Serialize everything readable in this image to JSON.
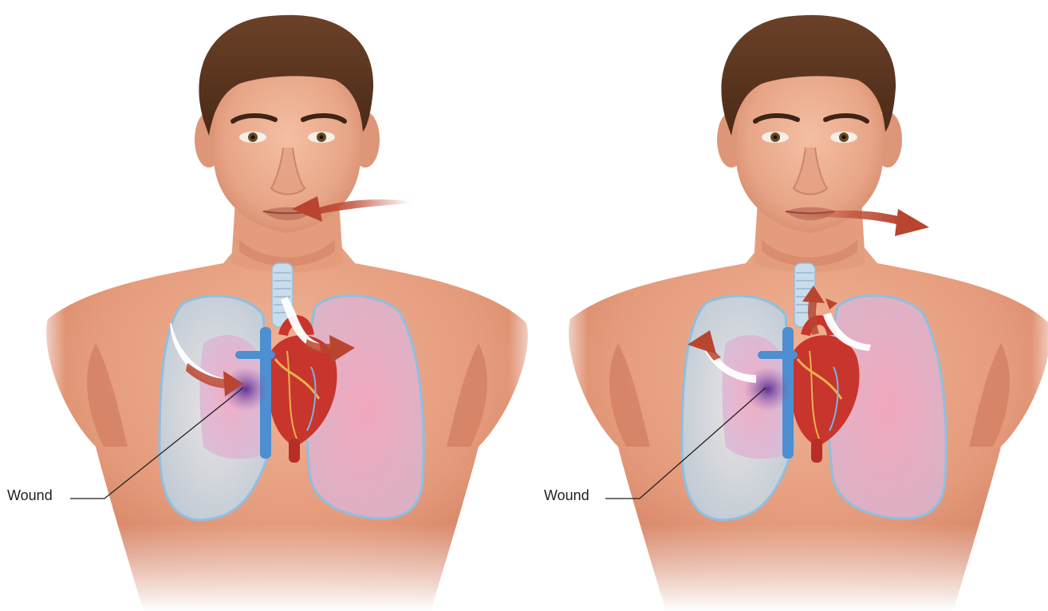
{
  "labels": {
    "wound_left": "Wound",
    "wound_right": "Wound"
  },
  "panels": [
    {
      "id": "left",
      "phase": "inhalation",
      "mouth_arrow": "inward",
      "lung_arrows": "toward-wound-and-right-lung"
    },
    {
      "id": "right",
      "phase": "exhalation",
      "mouth_arrow": "outward",
      "lung_arrows": "out-of-wound-and-up-trachea"
    }
  ],
  "colors": {
    "skin": "#e9a585",
    "skin_shadow": "#c9684e",
    "hair": "#5a3520",
    "lung_outline": "#8fbfe0",
    "lung_fill": "#d9e6ee",
    "lung_pink": "#e7a3c4",
    "bruise": "#7d4fa3",
    "arrow": "#c0513b",
    "heart": "#c8352c",
    "trachea": "#b9d3e6",
    "vein": "#4d8fd0"
  }
}
